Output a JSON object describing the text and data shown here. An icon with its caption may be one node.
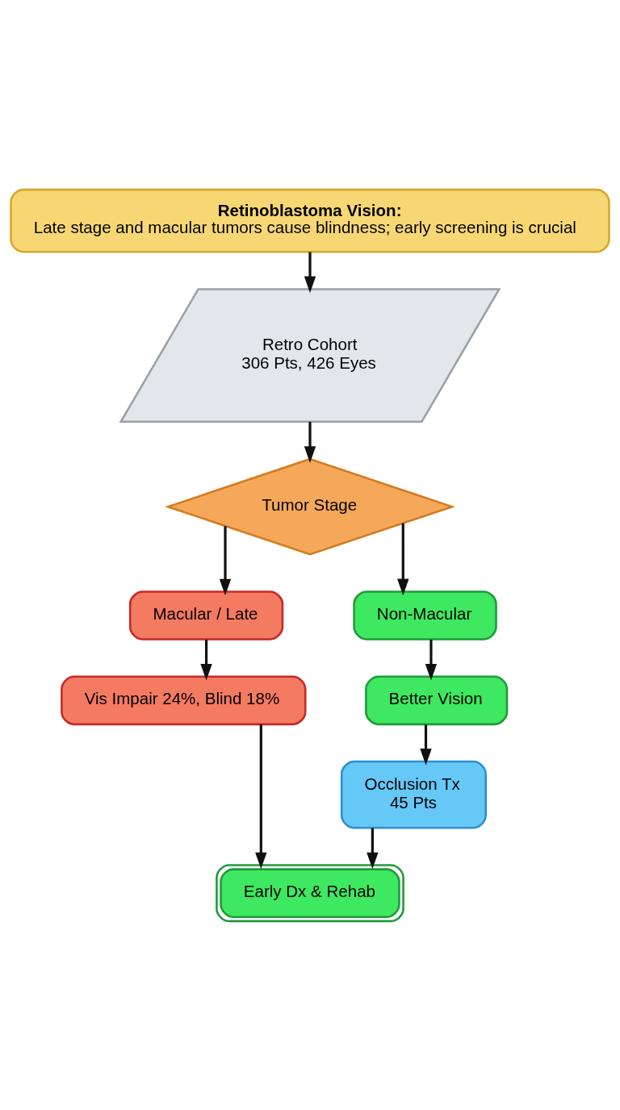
{
  "diagram": {
    "nodes": [
      {
        "text": [
          "Retinoblastoma Vision:",
          "Late stage and macular tumors cause blindness; early screening is crucial"
        ]
      },
      {
        "text": [
          "Retro Cohort",
          "306 Pts, 426 Eyes"
        ]
      },
      {
        "text": [
          "Tumor Stage"
        ]
      },
      {
        "text": [
          "Macular / Late"
        ]
      },
      {
        "text": [
          "Non-Macular"
        ]
      },
      {
        "text": [
          "Vis Impair 24%, Blind 18%"
        ]
      },
      {
        "text": [
          "Better Vision"
        ]
      },
      {
        "text": [
          "Occlusion Tx",
          "45 Pts"
        ]
      },
      {
        "text": [
          "Early Dx & Rehab"
        ]
      }
    ],
    "edges": [
      {
        "from": 0,
        "to": 1,
        "arrow": "to"
      },
      {
        "from": 1,
        "to": 2,
        "arrow": "to"
      },
      {
        "from": 2,
        "to": 3,
        "arrow": "to"
      },
      {
        "from": 2,
        "to": 4,
        "arrow": "to"
      },
      {
        "from": 3,
        "to": 5,
        "arrow": "to"
      },
      {
        "from": 4,
        "to": 6,
        "arrow": "to"
      },
      {
        "from": 6,
        "to": 7,
        "arrow": "to"
      },
      {
        "from": 5,
        "to": 8,
        "arrow": "to"
      },
      {
        "from": 7,
        "to": 8,
        "arrow": "to"
      }
    ]
  }
}
